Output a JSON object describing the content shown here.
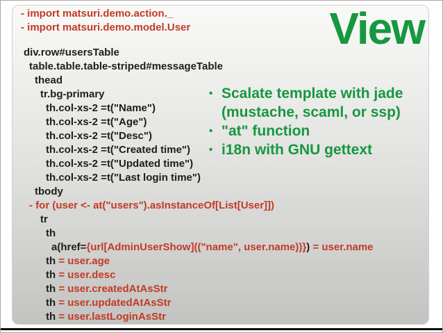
{
  "slide": {
    "title": "View",
    "colors": {
      "green": "#169740",
      "red": "#c13b27",
      "code_black": "#1d1d1b"
    },
    "bullet_glyph": "•",
    "imports": [
      "- import matsuri.demo.action._",
      "- import matsuri.demo.model.User"
    ],
    "bullets": [
      "Scalate template with jade (mustache, scaml, or ssp)",
      "\"at\" function",
      "i18n with GNU gettext"
    ],
    "code_lines": [
      {
        "indent": 0,
        "parts": [
          {
            "t": "div.row#usersTable",
            "c": "black"
          }
        ]
      },
      {
        "indent": 1,
        "parts": [
          {
            "t": "table.table.table-striped#messageTable",
            "c": "black"
          }
        ]
      },
      {
        "indent": 2,
        "parts": [
          {
            "t": "thead",
            "c": "black"
          }
        ]
      },
      {
        "indent": 3,
        "parts": [
          {
            "t": "tr.bg-primary",
            "c": "black"
          }
        ]
      },
      {
        "indent": 4,
        "parts": [
          {
            "t": "th.col-xs-2 =t(\"Name\")",
            "c": "black"
          }
        ]
      },
      {
        "indent": 4,
        "parts": [
          {
            "t": "th.col-xs-2 =t(\"Age\")",
            "c": "black"
          }
        ]
      },
      {
        "indent": 4,
        "parts": [
          {
            "t": "th.col-xs-2 =t(\"Desc\")",
            "c": "black"
          }
        ]
      },
      {
        "indent": 4,
        "parts": [
          {
            "t": "th.col-xs-2 =t(\"Created time\")",
            "c": "black"
          }
        ]
      },
      {
        "indent": 4,
        "parts": [
          {
            "t": "th.col-xs-2 =t(\"Updated time\")",
            "c": "black"
          }
        ]
      },
      {
        "indent": 4,
        "parts": [
          {
            "t": "th.col-xs-2 =t(\"Last login time\")",
            "c": "black"
          }
        ]
      },
      {
        "indent": 2,
        "parts": [
          {
            "t": "tbody",
            "c": "black"
          }
        ]
      },
      {
        "indent": 1,
        "parts": [
          {
            "t": "- for (user <- at(\"users\").asInstanceOf[List[User]])",
            "c": "red"
          }
        ]
      },
      {
        "indent": 3,
        "parts": [
          {
            "t": "tr",
            "c": "black"
          }
        ]
      },
      {
        "indent": 4,
        "parts": [
          {
            "t": "th",
            "c": "black"
          }
        ]
      },
      {
        "indent": 5,
        "parts": [
          {
            "t": "a(href=",
            "c": "black"
          },
          {
            "t": "{url[AdminUserShow]((\"name\", user.name))}",
            "c": "red"
          },
          {
            "t": ")",
            "c": "black"
          },
          {
            "t": " = user.name",
            "c": "red"
          }
        ]
      },
      {
        "indent": 4,
        "parts": [
          {
            "t": "th ",
            "c": "black"
          },
          {
            "t": "= user.age",
            "c": "red"
          }
        ]
      },
      {
        "indent": 4,
        "parts": [
          {
            "t": "th ",
            "c": "black"
          },
          {
            "t": "= user.desc",
            "c": "red"
          }
        ]
      },
      {
        "indent": 4,
        "parts": [
          {
            "t": "th ",
            "c": "black"
          },
          {
            "t": "= user.createdAtAsStr",
            "c": "red"
          }
        ]
      },
      {
        "indent": 4,
        "parts": [
          {
            "t": "th ",
            "c": "black"
          },
          {
            "t": "= user.updatedAtAsStr",
            "c": "red"
          }
        ]
      },
      {
        "indent": 4,
        "parts": [
          {
            "t": "th ",
            "c": "black"
          },
          {
            "t": "= user.lastLoginAsStr",
            "c": "red"
          }
        ]
      }
    ]
  }
}
